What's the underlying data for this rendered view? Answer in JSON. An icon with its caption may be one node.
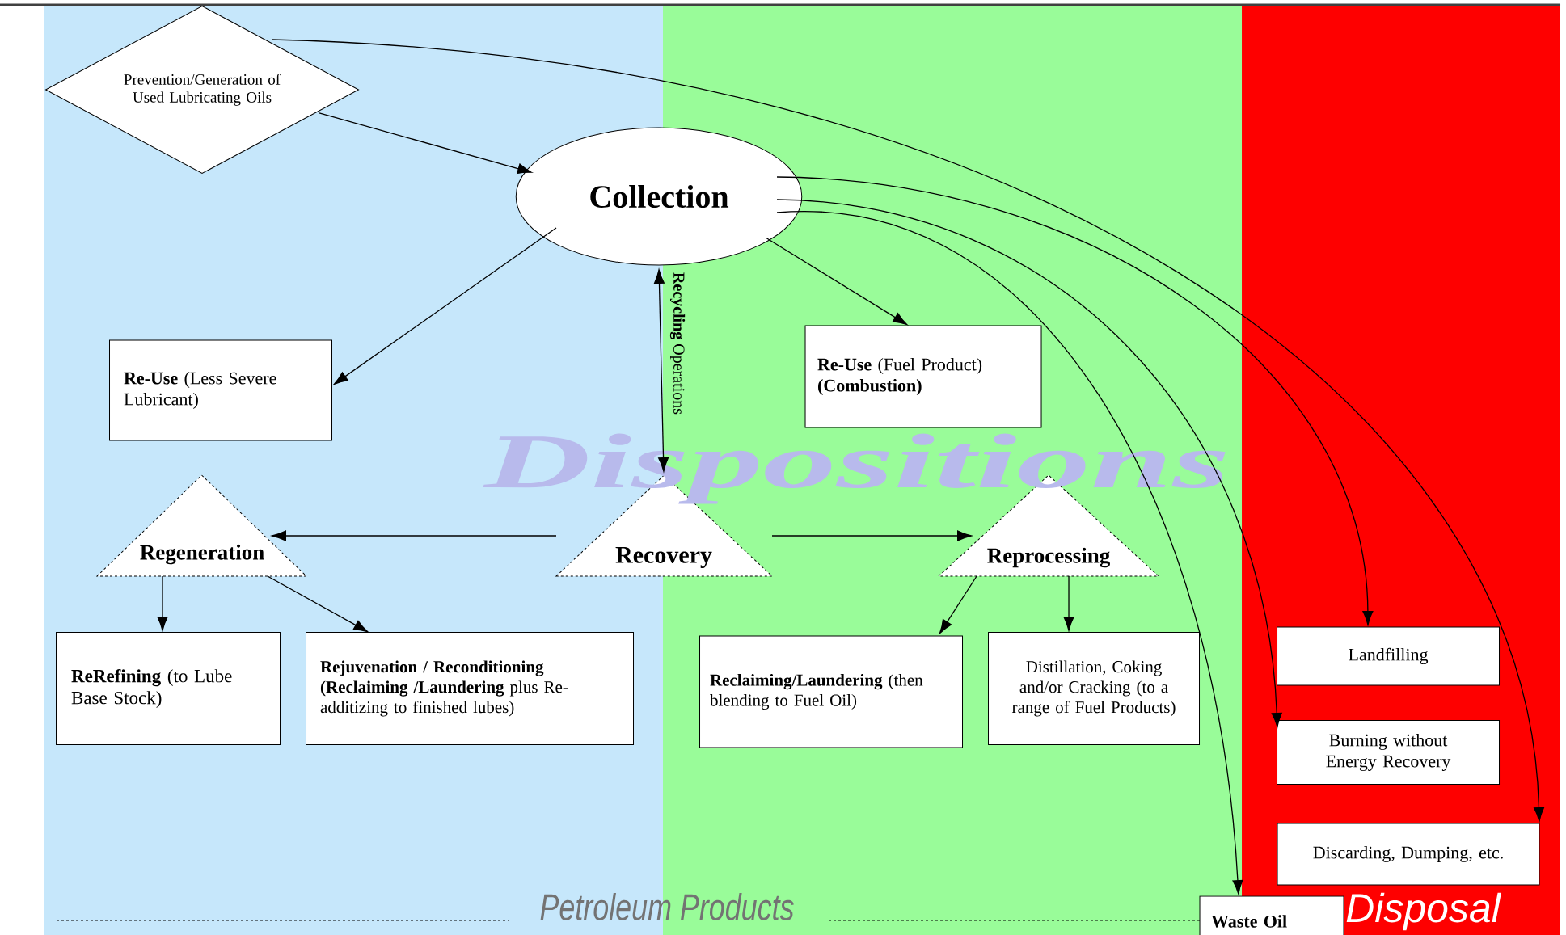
{
  "diagram": {
    "nodes": [
      {
        "text": [
          "Prevention/Generation of Used Lubricating Oils"
        ]
      },
      {
        "text": [
          "Collection"
        ]
      },
      {
        "text": [
          "**Re-Use** (Less Severe Lubricant)"
        ]
      },
      {
        "text": [
          "**Re-Use** (Fuel Product) **(Combustion)**"
        ]
      },
      {
        "text": [
          "Regeneration"
        ]
      },
      {
        "text": [
          "Recovery"
        ]
      },
      {
        "text": [
          "Reprocessing"
        ]
      },
      {
        "text": [
          "**ReRefining** (to Lube Base Stock)"
        ]
      },
      {
        "text": [
          "**Rejuvenation / Reconditioning (Reclaiming /Laundering** plus Re-additizing to finished lubes)"
        ]
      },
      {
        "text": [
          "**Reclaiming/Laundering** (then blending to Fuel Oil)"
        ]
      },
      {
        "text": [
          "Distillation, Coking and/or Cracking (to a range of Fuel Products)"
        ]
      },
      {
        "text": [
          "Landfilling"
        ]
      },
      {
        "text": [
          "Burning without Energy Recovery"
        ]
      },
      {
        "text": [
          "Discarding, Dumping, etc."
        ]
      },
      {
        "text": [
          "Waste Oil"
        ]
      }
    ],
    "edges": [
      {
        "from": 0,
        "to": 1,
        "arrow": "to"
      },
      {
        "from": 0,
        "to": 13,
        "arrow": "to"
      },
      {
        "from": 1,
        "to": 2,
        "arrow": "to"
      },
      {
        "from": 1,
        "to": 3,
        "arrow": "to"
      },
      {
        "from": 1,
        "to": 5,
        "arrow": "both",
        "label": "**Recycling** Operations"
      },
      {
        "from": 5,
        "to": 4,
        "arrow": "to"
      },
      {
        "from": 5,
        "to": 6,
        "arrow": "to"
      },
      {
        "from": 4,
        "to": 7,
        "arrow": "to"
      },
      {
        "from": 4,
        "to": 8,
        "arrow": "to"
      },
      {
        "from": 6,
        "to": 9,
        "arrow": "to"
      },
      {
        "from": 6,
        "to": 10,
        "arrow": "to"
      },
      {
        "from": 1,
        "to": 11,
        "arrow": "to"
      },
      {
        "from": 1,
        "to": 12,
        "arrow": "to"
      },
      {
        "from": 1,
        "to": 14,
        "arrow": "to"
      }
    ],
    "labels": [
      "Dispositions",
      "Petroleum Products",
      "Disposal"
    ]
  }
}
